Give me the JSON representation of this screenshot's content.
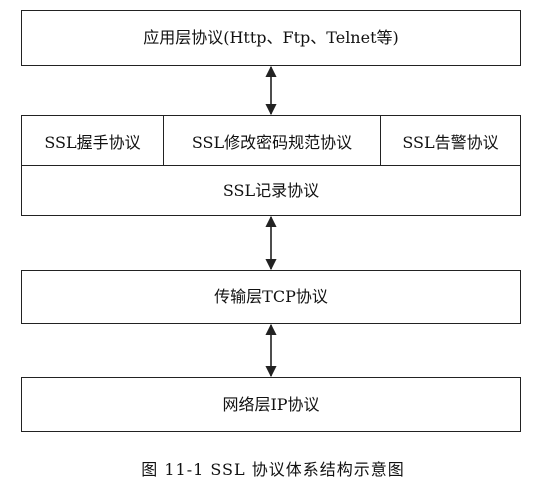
{
  "layers": {
    "application": "应用层协议(Http、Ftp、Telnet等)",
    "ssl_handshake": "SSL握手协议",
    "ssl_change_cipher": "SSL修改密码规范协议",
    "ssl_alert": "SSL告警协议",
    "ssl_record": "SSL记录协议",
    "transport": "传输层TCP协议",
    "network": "网络层IP协议"
  },
  "caption": "图 11-1    SSL 协议体系结构示意图"
}
